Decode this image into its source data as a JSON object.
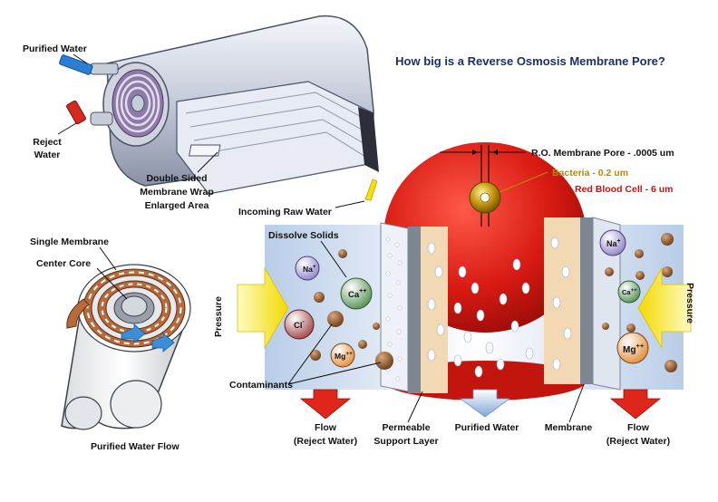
{
  "title": "How big is a Reverse Osmosis Membrane Pore?",
  "colors": {
    "title": "#1b2f6b",
    "bacteria": "#b48a00",
    "blood_cell": "#cc1111",
    "arrow_red": "#e0261b",
    "arrow_yellow": "#f6e100",
    "membrane_gray": "#7d8793",
    "support_tan": "#f2d9b3"
  },
  "module_labels": {
    "purified_water": "Purified Water",
    "reject_water": [
      "Reject",
      "Water"
    ],
    "membrane_wrap": [
      "Double Sided",
      "Membrane Wrap",
      "Enlarged Area"
    ],
    "incoming_raw_water": "Incoming Raw Water"
  },
  "spiral_labels": {
    "single_membrane": "Single Membrane",
    "center_core": "Center Core",
    "purified_water_flow": "Purified Water Flow"
  },
  "pore_labels": {
    "pore_size": "R.O. Membrane Pore - .0005 um",
    "bacteria": "Bacteria - 0.2 um",
    "red_blood_cell": "Red Blood Cell - 6 um",
    "dissolve_solids": "Dissolve Solids",
    "contaminants": "Contaminants",
    "pressure": "Pressure",
    "flow_reject": [
      "Flow",
      "(Reject Water)"
    ],
    "permeable_support": [
      "Permeable",
      "Support Layer"
    ],
    "purified_water": "Purified Water",
    "membrane": "Membrane"
  },
  "ions": {
    "na": "Na",
    "na_charge": "+",
    "ca": "Ca",
    "ca_charge": "++",
    "cl": "Cl",
    "cl_charge": "-",
    "mg": "Mg",
    "mg_charge": "++"
  }
}
